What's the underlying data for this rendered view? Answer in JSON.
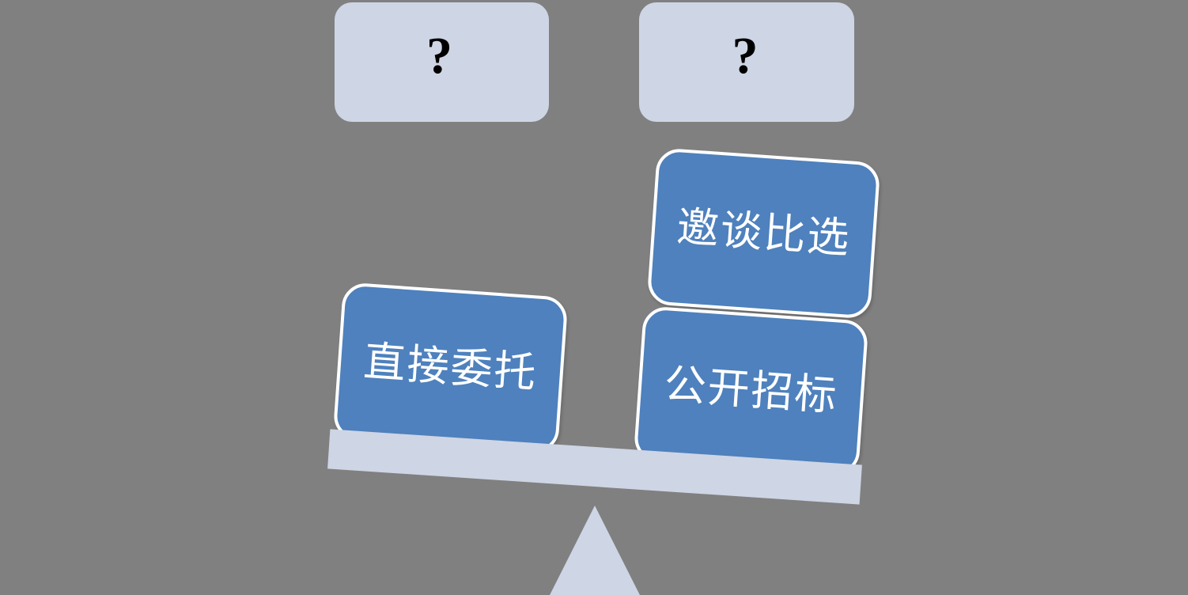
{
  "diagram": {
    "type": "balance-seesaw-comparison",
    "background_color": "#808080",
    "accent_color": "#4e81bd",
    "neutral_color": "#ced5e5",
    "card_text_color": "#ffffff",
    "question_mark_color": "#000000"
  },
  "question_boxes": [
    {
      "id": "qbox-1",
      "symbol": "?"
    },
    {
      "id": "qbox-2",
      "symbol": "?"
    }
  ],
  "option_cards": [
    {
      "id": "card-invite",
      "label": "邀谈比选",
      "side": "right",
      "position": "upper"
    },
    {
      "id": "card-direct",
      "label": "直接委托",
      "side": "left",
      "position": "lower"
    },
    {
      "id": "card-open",
      "label": "公开招标",
      "side": "right",
      "position": "lower"
    }
  ],
  "balance": {
    "beam_label": "",
    "fulcrum_label": "",
    "tilt_direction": "right-down"
  }
}
